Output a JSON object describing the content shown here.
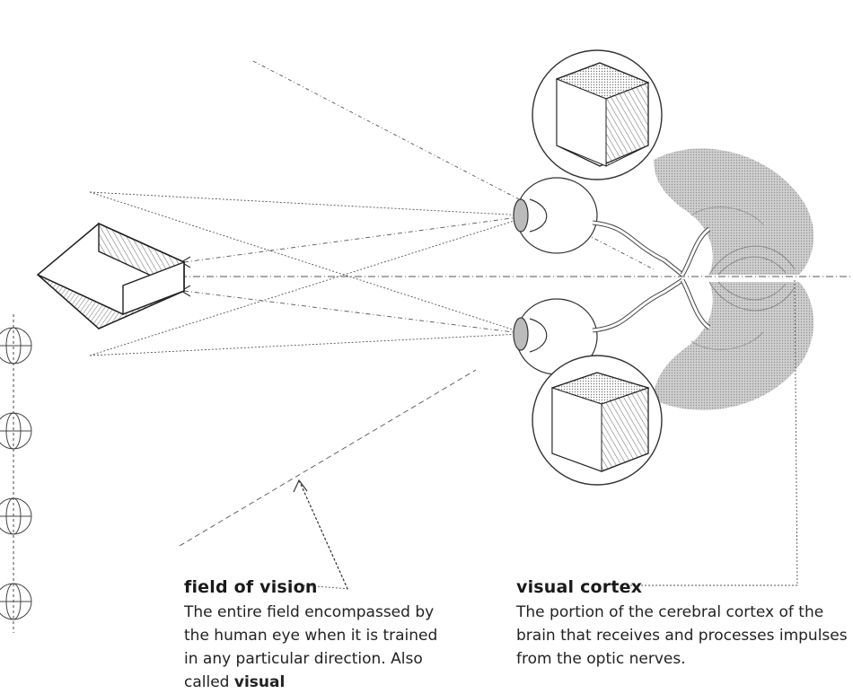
{
  "labels": {
    "field_of_vision": {
      "term": "field of vision",
      "definition": "The entire field encompassed by the human eye when it is trained in any particular direction. Also called",
      "definition_bold": "visual"
    },
    "visual_cortex": {
      "term": "visual cortex",
      "definition": "The portion of the cerebral cortex of the brain that receives and processes impulses from the optic nerves."
    }
  }
}
